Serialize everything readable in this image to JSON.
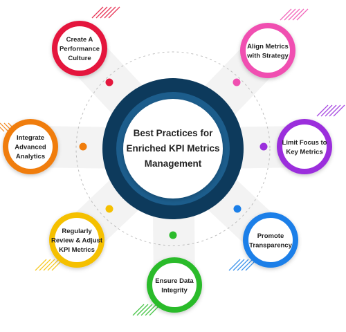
{
  "center": {
    "lines": [
      "Best Practices for",
      "Enriched KPI Metrics",
      "Management"
    ],
    "colors": {
      "outer": "#0d3a5c",
      "mid": "#1c5d8c",
      "inner": "#ffffff"
    }
  },
  "items": [
    {
      "lines": [
        "Create A",
        "Performance",
        "Culture"
      ],
      "color": "#e4173d"
    },
    {
      "lines": [
        "Align Metrics",
        "with Strategy"
      ],
      "color": "#f04fb1"
    },
    {
      "lines": [
        "Limit Focus to",
        "Key Metrics"
      ],
      "color": "#9b2fdc"
    },
    {
      "lines": [
        "Promote",
        "Transparency"
      ],
      "color": "#1b7fe8"
    },
    {
      "lines": [
        "Ensure Data",
        "Integrity"
      ],
      "color": "#2bbb2b"
    },
    {
      "lines": [
        "Regularly",
        "Review & Adjust",
        "KPI Metrics"
      ],
      "color": "#f5c000"
    },
    {
      "lines": [
        "Integrate",
        "Advanced",
        "Analytics"
      ],
      "color": "#f07d0c"
    }
  ]
}
